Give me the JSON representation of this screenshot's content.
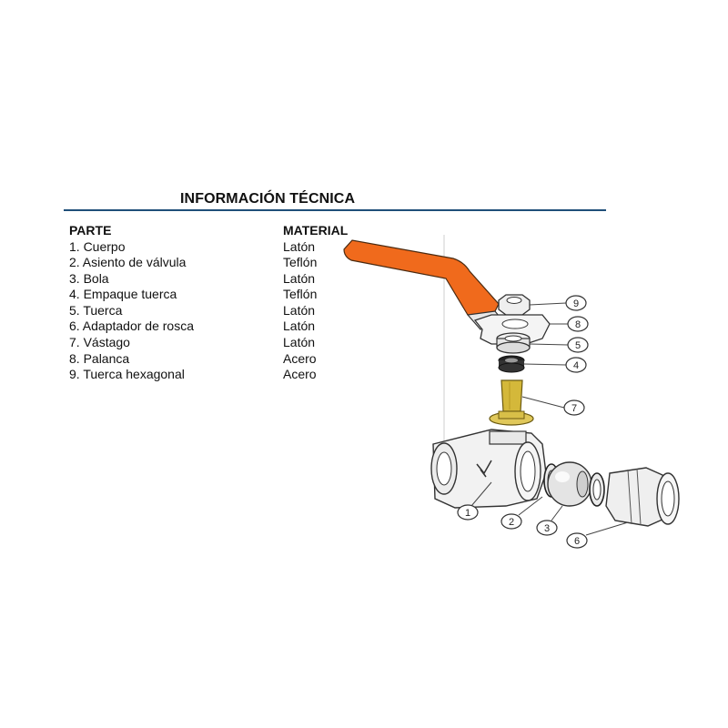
{
  "title": "INFORMACIÓN TÉCNICA",
  "headers": {
    "part": "PARTE",
    "material": "MATERIAL"
  },
  "parts": [
    {
      "part": "1. Cuerpo",
      "material": "Latón"
    },
    {
      "part": "2. Asiento de válvula",
      "material": "Teflón"
    },
    {
      "part": "3. Bola",
      "material": "Latón"
    },
    {
      "part": "4. Empaque tuerca",
      "material": "Teflón"
    },
    {
      "part": "5. Tuerca",
      "material": "Latón"
    },
    {
      "part": "6. Adaptador de rosca",
      "material": "Latón"
    },
    {
      "part": "7. Vástago",
      "material": "Latón"
    },
    {
      "part": "8. Palanca",
      "material": "Acero"
    },
    {
      "part": "9. Tuerca hexagonal",
      "material": "Acero"
    }
  ],
  "callouts": [
    "9",
    "8",
    "5",
    "4",
    "7",
    "1",
    "2",
    "3",
    "6"
  ],
  "colors": {
    "lever": "#f06a1c",
    "stem": "#d4b83a",
    "rule": "#1f4e79"
  }
}
